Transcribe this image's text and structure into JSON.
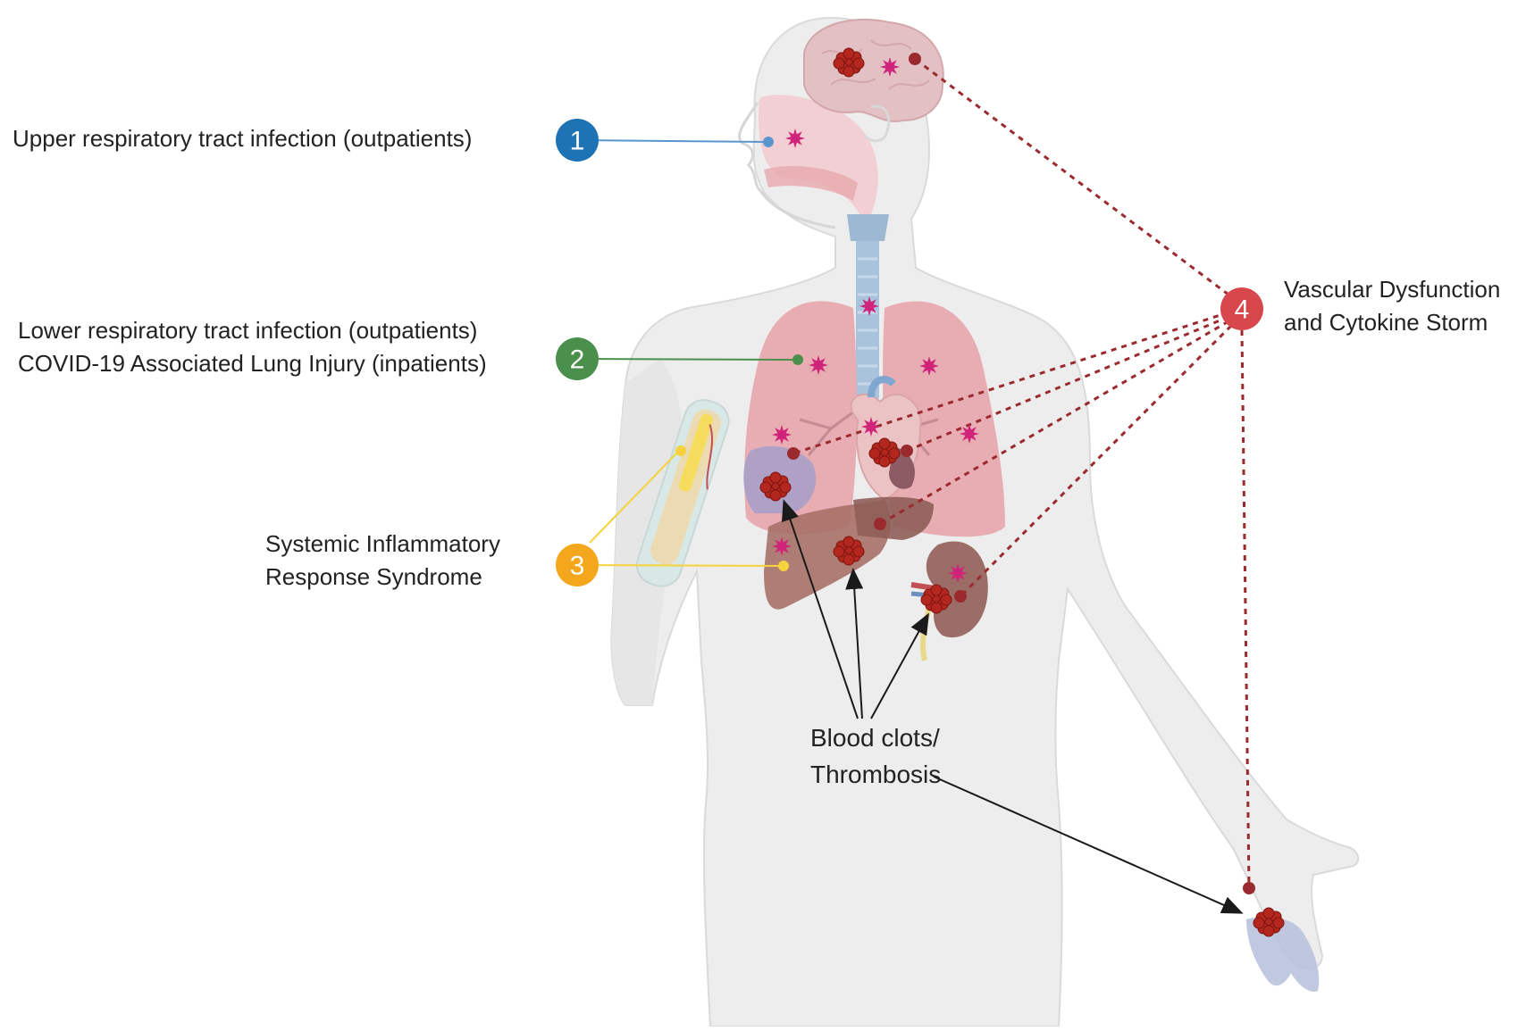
{
  "callouts": [
    {
      "number": "1",
      "lines": [
        "Upper respiratory tract infection (outpatients)"
      ],
      "color": "#1e73b4"
    },
    {
      "number": "2",
      "lines": [
        "Lower respiratory tract infection (outpatients)",
        "COVID-19 Associated Lung Injury (inpatients)"
      ],
      "color": "#4a8f4c"
    },
    {
      "number": "3",
      "lines": [
        "Systemic Inflammatory",
        "Response Syndrome"
      ],
      "color": "#f4a71d"
    },
    {
      "number": "4",
      "lines": [
        "Vascular Dysfunction",
        "and Cytokine Storm"
      ],
      "color": "#d7474b"
    }
  ],
  "clot_label": {
    "lines": [
      "Blood clots/",
      "Thrombosis"
    ]
  },
  "colors": {
    "body": "#ededed",
    "body_outline": "#dadada",
    "lung": "#e7a7ae",
    "liver": "#a67168",
    "kidney": "#9c6d67",
    "spleen": "#9c9ccc",
    "trachea": "#a9c3dc",
    "virus": "#d0237a",
    "clot": "#b3271e",
    "vascular_line": "#9b2a2f"
  },
  "icons": [
    "human-body-icon",
    "brain-icon",
    "lungs-icon",
    "heart-icon",
    "liver-icon",
    "kidney-icon",
    "spleen-icon",
    "blood-vessel-icon",
    "virus-icon",
    "blood-clot-icon"
  ]
}
